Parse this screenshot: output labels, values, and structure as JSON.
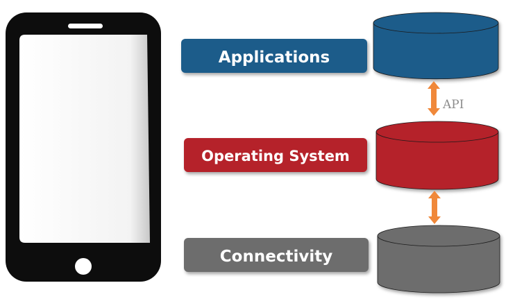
{
  "layers": [
    {
      "label": "Applications",
      "color": "#1f5b8a",
      "cylinder_color": "#1f5b8a"
    },
    {
      "label": "Operating System",
      "color": "#b52029",
      "cylinder_color": "#b52029"
    },
    {
      "label": "Connectivity",
      "color": "#6d6d6d",
      "cylinder_color": "#6d6d6d"
    }
  ],
  "api_label": "API",
  "arrow_color": "#f0883a",
  "phone": {
    "frame_color": "#0d0d0d",
    "screen_color": "#f2f2f2"
  }
}
